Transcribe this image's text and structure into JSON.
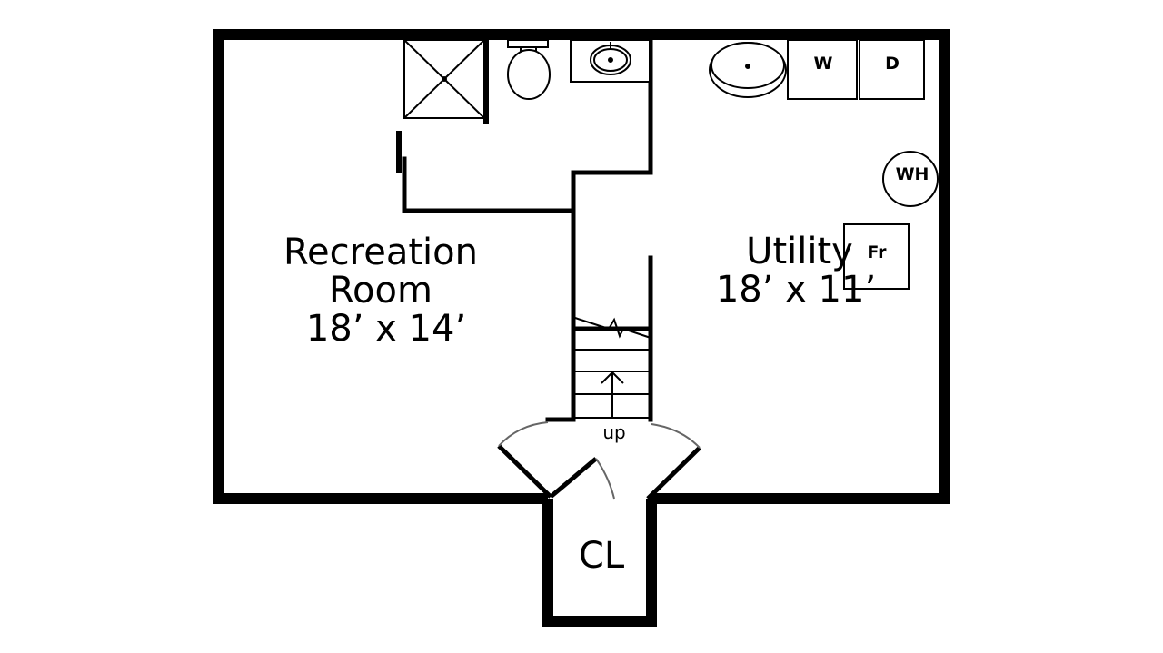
{
  "plan": {
    "title": "Basement Floor Plan",
    "rooms": {
      "recreation": {
        "name_line1": "Recreation",
        "name_line2": "Room",
        "dimensions": "18’ x 14’"
      },
      "utility": {
        "name": "Utility",
        "dimensions": "18’ x 11’"
      },
      "closet": {
        "name": "CL"
      }
    },
    "fixtures": {
      "washer": "W",
      "dryer": "D",
      "water_heater": "WH",
      "furnace": "Fr"
    },
    "stairs": {
      "direction_label": "up"
    }
  }
}
